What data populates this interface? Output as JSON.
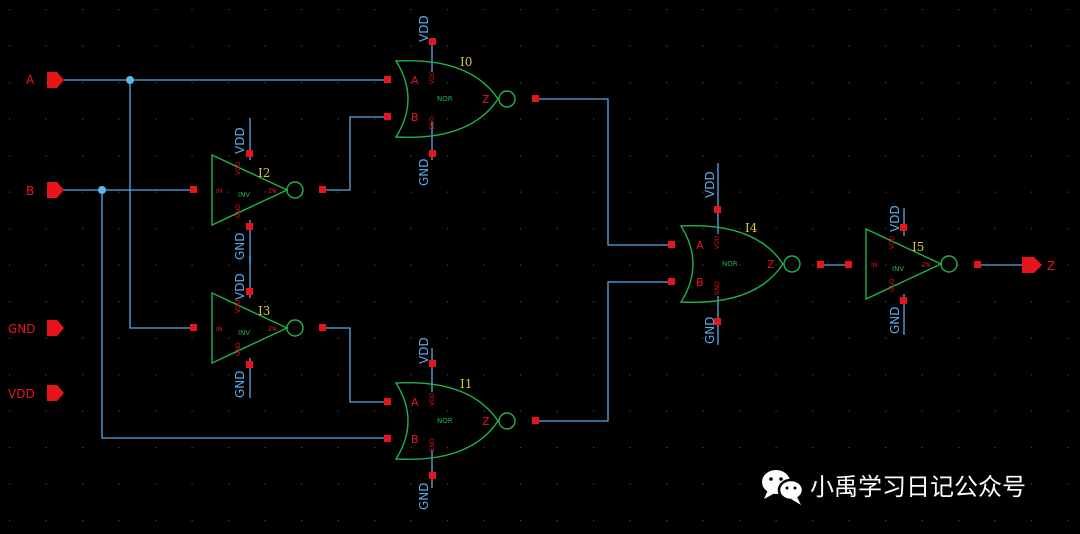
{
  "ports": {
    "a": "A",
    "b": "B",
    "gnd": "GND",
    "vdd": "VDD",
    "z": "Z"
  },
  "supply": {
    "vdd": "VDD",
    "gnd": "GND"
  },
  "gates": {
    "i0": {
      "name": "I0",
      "cell": "NOR",
      "pin_a": "A",
      "pin_b": "B",
      "pin_z": "Z"
    },
    "i1": {
      "name": "I1",
      "cell": "NOR",
      "pin_a": "A",
      "pin_b": "B",
      "pin_z": "Z"
    },
    "i2": {
      "name": "I2",
      "cell": "INV",
      "pin_in": "IN",
      "pin_out": "ZN"
    },
    "i3": {
      "name": "I3",
      "cell": "INV",
      "pin_in": "IN",
      "pin_out": "ZN"
    },
    "i4": {
      "name": "I4",
      "cell": "NOR",
      "pin_a": "A",
      "pin_b": "B",
      "pin_z": "Z"
    },
    "i5": {
      "name": "I5",
      "cell": "INV",
      "pin_in": "IN",
      "pin_out": "ZN"
    }
  },
  "watermark": "小禹学习日记公众号",
  "colors": {
    "background": "#000000",
    "wire": "#5aa9e6",
    "gate_outline": "#22b14c",
    "pin": "#e8141c",
    "instance_label": "#d8c838"
  }
}
